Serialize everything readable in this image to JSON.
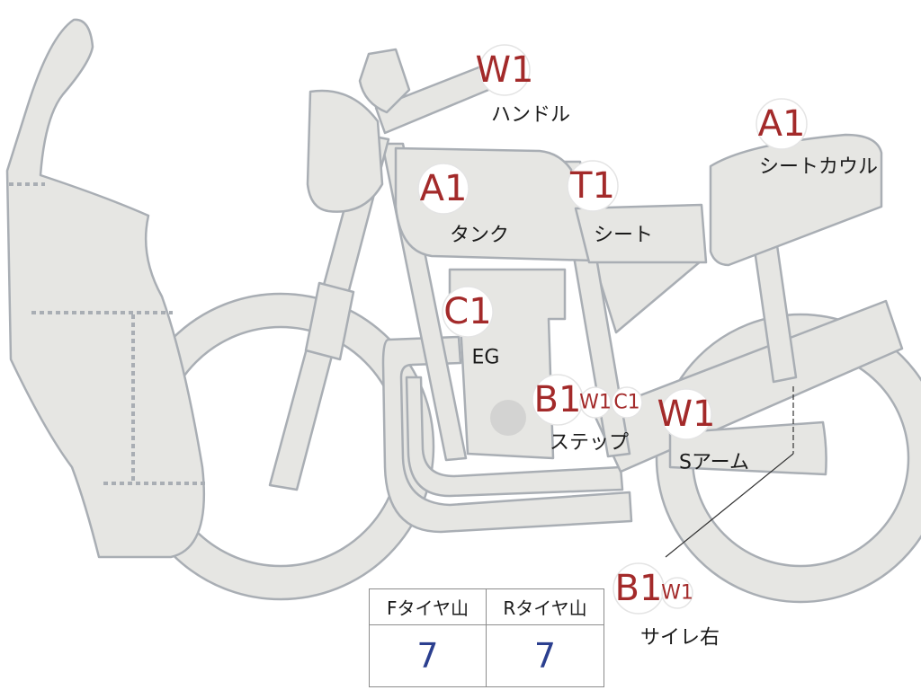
{
  "parts": [
    {
      "key": "handle",
      "badges": [
        "W1"
      ],
      "label": "ハンドル"
    },
    {
      "key": "seat_cowl",
      "badges": [
        "A1"
      ],
      "label": "シートカウル"
    },
    {
      "key": "tank",
      "badges": [
        "A1"
      ],
      "label": "タンク"
    },
    {
      "key": "seat",
      "badges": [
        "T1"
      ],
      "label": "シート"
    },
    {
      "key": "engine",
      "badges": [
        "C1"
      ],
      "label": "EG"
    },
    {
      "key": "step",
      "badges": [
        "B1",
        "W1",
        "C1"
      ],
      "label": "ステップ"
    },
    {
      "key": "swingarm",
      "badges": [
        "W1"
      ],
      "label": "Sアーム"
    },
    {
      "key": "muffler_right",
      "badges": [
        "B1",
        "W1"
      ],
      "label": "サイレ右"
    }
  ],
  "tire_table": {
    "front_label": "Fタイヤ山",
    "rear_label": "Rタイヤ山",
    "front_value": "7",
    "rear_value": "7"
  },
  "colors": {
    "body_fill": "#e6e6e3",
    "outline": "#a9aeb4",
    "badge_text": "#a32a2a",
    "tire_value": "#2b3f8f"
  }
}
